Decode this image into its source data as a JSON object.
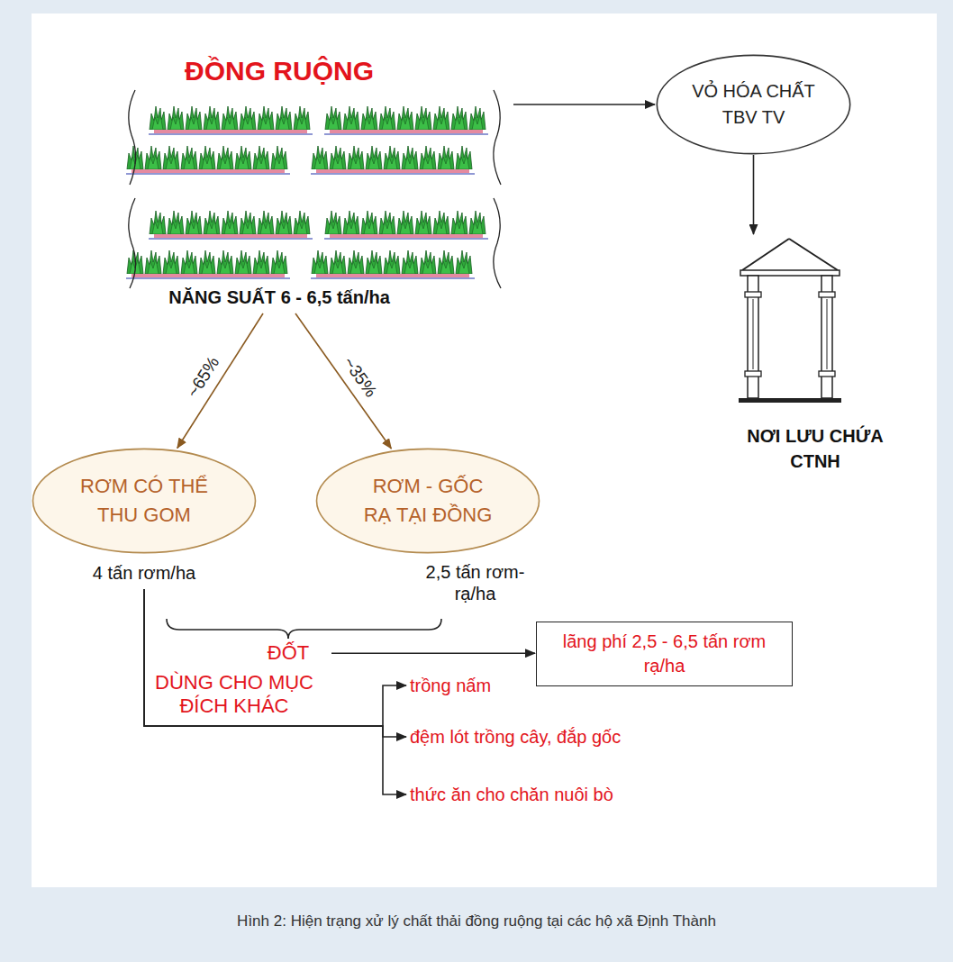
{
  "diagram": {
    "caption": "Hình 2: Hiện trạng xử lý chất thải đồng ruộng tại các hộ xã Định Thành",
    "nodes": [
      {
        "text": [
          "ĐỒNG RUỘNG",
          "NĂNG SUẤT 6 - 6,5 tấn/ha"
        ]
      },
      {
        "text": [
          "VỎ HÓA CHẤT TBV TV"
        ]
      },
      {
        "text": [
          "NƠI LƯU CHỨA CTNH"
        ]
      },
      {
        "text": [
          "RƠM CÓ THỂ THU GOM",
          "4 tấn rơm/ha"
        ]
      },
      {
        "text": [
          "RƠM - GỐC RẠ TẠI ĐỒNG",
          "2,5 tấn rơm-rạ/ha"
        ]
      },
      {
        "text": [
          "ĐỐT"
        ]
      },
      {
        "text": [
          "lãng phí 2,5 - 6,5 tấn rơm rạ/ha"
        ]
      },
      {
        "text": [
          "trồng nấm"
        ]
      },
      {
        "text": [
          "đệm lót trồng cây, đắp gốc"
        ]
      },
      {
        "text": [
          "thức ăn cho chăn nuôi bò"
        ]
      }
    ],
    "edges": [
      {
        "from": 0,
        "to": 1,
        "arrow": "to"
      },
      {
        "from": 1,
        "to": 2,
        "arrow": "to"
      },
      {
        "from": 0,
        "to": 3,
        "label": "~65%",
        "arrow": "to"
      },
      {
        "from": 0,
        "to": 4,
        "label": "~35%",
        "arrow": "to"
      },
      {
        "from": 3,
        "to": 5,
        "arrow": "none"
      },
      {
        "from": 4,
        "to": 5,
        "arrow": "none"
      },
      {
        "from": 5,
        "to": 6,
        "arrow": "to"
      },
      {
        "from": 3,
        "to": 7,
        "arrow": "to"
      },
      {
        "from": 3,
        "to": 8,
        "arrow": "to"
      },
      {
        "from": 3,
        "to": 9,
        "arrow": "to"
      }
    ],
    "labels": [
      "DÙNG CHO MỤC ĐÍCH KHÁC"
    ]
  }
}
